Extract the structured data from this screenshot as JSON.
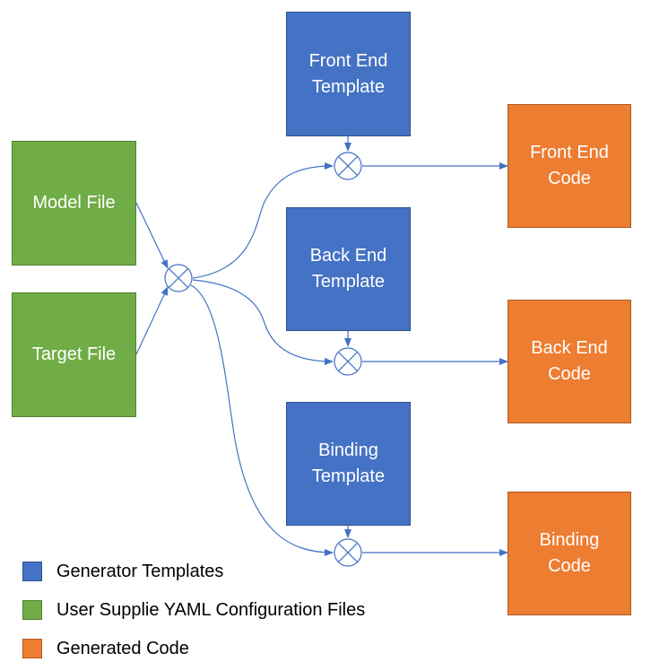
{
  "inputs": {
    "model_file": "Model File",
    "target_file": "Target File"
  },
  "templates": {
    "front_end": "Front End\nTemplate",
    "back_end": "Back End\nTemplate",
    "binding": "Binding\nTemplate"
  },
  "outputs": {
    "front_end": "Front End\nCode",
    "back_end": "Back End\nCode",
    "binding": "Binding\nCode"
  },
  "legend": [
    {
      "label": "Generator Templates",
      "color": "#4472c4"
    },
    {
      "label": "User Supplie YAML Configuration Files",
      "color": "#70ad47"
    },
    {
      "label": "Generated Code",
      "color": "#ed7d31"
    }
  ],
  "colors": {
    "connector": "#4472c4",
    "template": "#4472c4",
    "input": "#70ad47",
    "output": "#ed7d31"
  }
}
